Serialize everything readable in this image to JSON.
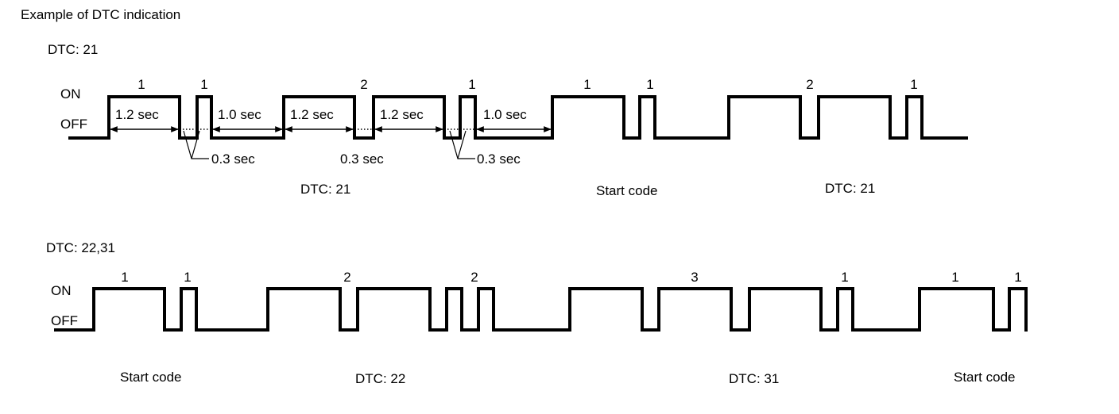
{
  "title": "Example of DTC indication",
  "section1": {
    "label": "DTC: 21",
    "on_label": "ON",
    "off_label": "OFF",
    "counts": [
      "1",
      "1",
      "2",
      "1",
      "1",
      "1",
      "2",
      "1"
    ],
    "durations": [
      "1.2 sec",
      "1.0 sec",
      "1.2 sec",
      "1.2 sec",
      "1.0 sec"
    ],
    "short_off": [
      "0.3 sec",
      "0.3 sec",
      "0.3 sec"
    ],
    "group_labels": [
      "DTC: 21",
      "Start code",
      "DTC: 21"
    ]
  },
  "section2": {
    "label": "DTC: 22,31",
    "on_label": "ON",
    "off_label": "OFF",
    "counts": [
      "1",
      "1",
      "2",
      "2",
      "3",
      "1",
      "1",
      "1"
    ],
    "group_labels": [
      "Start code",
      "DTC: 22",
      "DTC: 31",
      "Start code"
    ]
  }
}
